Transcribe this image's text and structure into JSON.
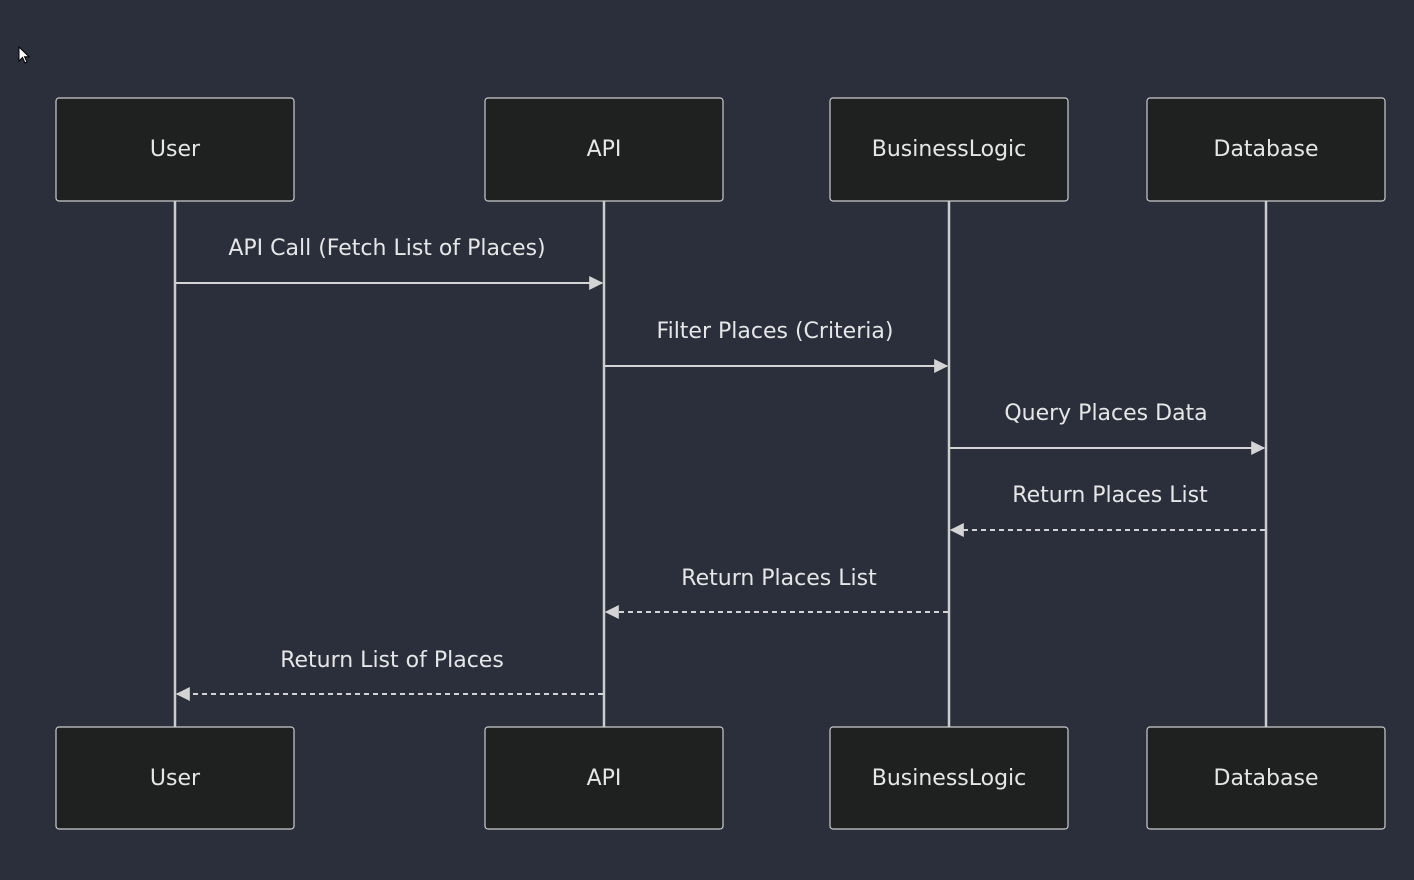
{
  "diagram": {
    "type": "sequence",
    "participants": [
      {
        "id": "user",
        "label": "User"
      },
      {
        "id": "api",
        "label": "API"
      },
      {
        "id": "business",
        "label": "BusinessLogic"
      },
      {
        "id": "db",
        "label": "Database"
      }
    ],
    "messages": [
      {
        "from": "user",
        "to": "api",
        "label": "API Call (Fetch List of Places)",
        "style": "solid"
      },
      {
        "from": "api",
        "to": "business",
        "label": "Filter Places (Criteria)",
        "style": "solid"
      },
      {
        "from": "business",
        "to": "db",
        "label": "Query Places Data",
        "style": "solid"
      },
      {
        "from": "db",
        "to": "business",
        "label": "Return Places List",
        "style": "dashed"
      },
      {
        "from": "business",
        "to": "api",
        "label": "Return Places List",
        "style": "dashed"
      },
      {
        "from": "api",
        "to": "user",
        "label": "Return List of Places",
        "style": "dashed"
      }
    ]
  },
  "colors": {
    "background": "#2a2f3b",
    "actor_fill": "#1f2020",
    "line": "#cccccc",
    "text": "#e6e6e6"
  },
  "icons": {
    "cursor": "mouse-pointer-icon"
  }
}
